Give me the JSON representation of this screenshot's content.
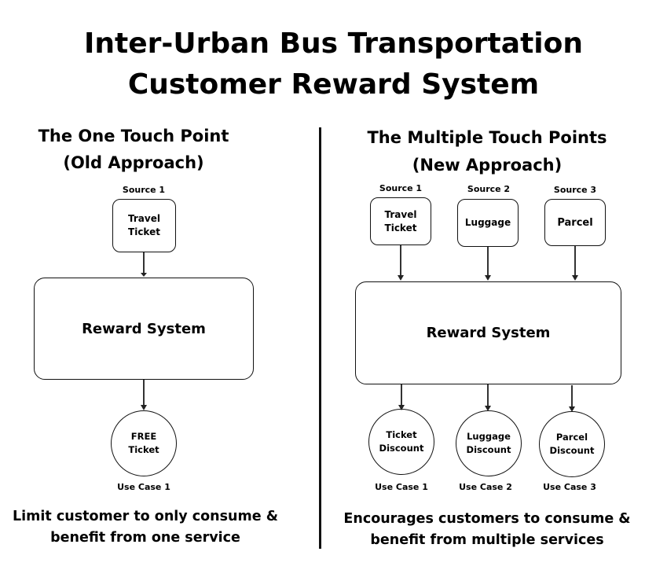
{
  "title": {
    "line1": "Inter-Urban Bus Transportation",
    "line2": "Customer Reward System"
  },
  "left": {
    "heading_line1": "The One Touch Point",
    "heading_line2": "(Old Approach)",
    "sources": [
      {
        "label": "Source 1",
        "line1": "Travel",
        "line2": "Ticket"
      }
    ],
    "reward_system": "Reward System",
    "use_cases": [
      {
        "label": "Use Case 1",
        "line1": "FREE",
        "line2": "Ticket"
      }
    ],
    "footer_line1": "Limit customer to only consume &",
    "footer_line2": "benefit from one service"
  },
  "right": {
    "heading_line1": "The Multiple Touch Points",
    "heading_line2": "(New Approach)",
    "sources": [
      {
        "label": "Source 1",
        "line1": "Travel",
        "line2": "Ticket"
      },
      {
        "label": "Source 2",
        "line1": "Luggage",
        "line2": ""
      },
      {
        "label": "Source 3",
        "line1": "Parcel",
        "line2": ""
      }
    ],
    "reward_system": "Reward System",
    "use_cases": [
      {
        "label": "Use Case 1",
        "line1": "Ticket",
        "line2": "Discount"
      },
      {
        "label": "Use Case 2",
        "line1": "Luggage",
        "line2": "Discount"
      },
      {
        "label": "Use Case 3",
        "line1": "Parcel",
        "line2": "Discount"
      }
    ],
    "footer_line1": "Encourages customers to consume &",
    "footer_line2": "benefit from multiple services"
  }
}
